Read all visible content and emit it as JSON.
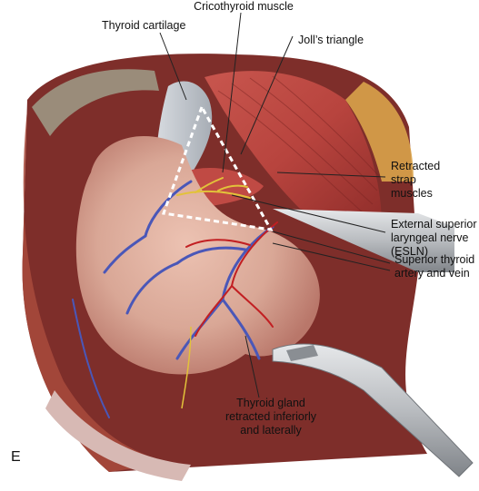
{
  "figure": {
    "panel_letter": "E",
    "labels": {
      "cricothyroid": "Cricothyroid muscle",
      "thyroid_cartilage": "Thyroid cartilage",
      "jolls_triangle": "Joll’s triangle",
      "strap": [
        "Retracted",
        "strap",
        "muscles"
      ],
      "eslin": [
        "External superior",
        "laryngeal nerve",
        "(ESLN)"
      ],
      "sup_thyroid": [
        "Superior thyroid",
        "artery and vein"
      ],
      "thyroid_gland": [
        "Thyroid gland",
        "retracted inferiorly",
        "and laterally"
      ]
    },
    "colors": {
      "muscle": "#b8443e",
      "gland": "#d9a796",
      "vein": "#4a57b8",
      "artery": "#c21f22",
      "nerve": "#e2c23a",
      "instrument": "#b9bcc0"
    }
  }
}
